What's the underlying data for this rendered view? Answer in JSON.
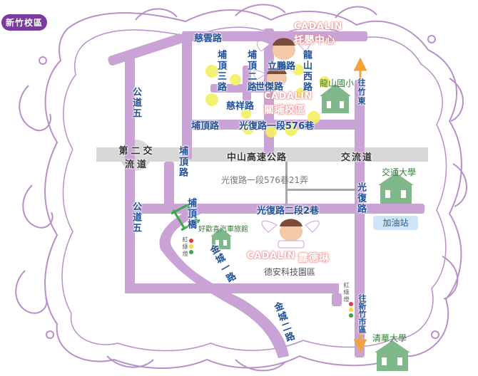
{
  "badge": "新竹校區",
  "centers": {
    "tuoying_brand": "CADALIN",
    "tuoying_name": "托嬰中心",
    "guanpu_brand": "CADALIN",
    "guanpu_name": "關埔校區",
    "lurdes_brand": "CADALIN",
    "lurdes_name": "露德琳"
  },
  "roads": {
    "ciyun": "慈雲路",
    "puding3": "埔頂三路",
    "liping": "立鵬路",
    "puding2": "埔頂二路",
    "longshan_w": "龍山西路",
    "shijie": "世傑路",
    "cixiang": "慈祥路",
    "gongdao5_top": "公道五",
    "pudingroad": "埔頂路",
    "guangfu576": "光復路一段576巷",
    "jiaoliu_left": "第二交流道",
    "puding_road_v": "埔頂路",
    "zhongshan": "中山高速公路",
    "jiaoliudao": "交流道",
    "guangfu576_21": "光復路一段576巷21弄",
    "guangfu_v": "光復路",
    "guangfu2": "光復路二段2巷",
    "gongdao5_bottom": "公道五",
    "puding_bridge": "埔頂橋",
    "jincheng1": "金城一路",
    "jincheng2": "金城二路"
  },
  "landmarks": {
    "longshan_school": "龍山國小",
    "chiao_tung": "交通大學",
    "gas_station": "加油站",
    "hotel": "好歡喜汽車旅館",
    "dean_park": "德安科技園區",
    "tsing_hua": "清華大學"
  },
  "directions": {
    "to_zhudong": "往竹東",
    "to_hsinchu": "往新竹市區"
  },
  "traffic_light_label": "紅綠燈",
  "colors": {
    "road": "#c9a3d6",
    "highway": "#d8d8d8",
    "frame": "#b88fc9",
    "accent_pink": "#f08a8a",
    "arrow_orange": "#f2a23a",
    "school_green": "#7fb88a",
    "gas_blue": "#cfe4f7",
    "badge_purple": "#7a3aa0",
    "yellow_marker": "#f5f061"
  }
}
